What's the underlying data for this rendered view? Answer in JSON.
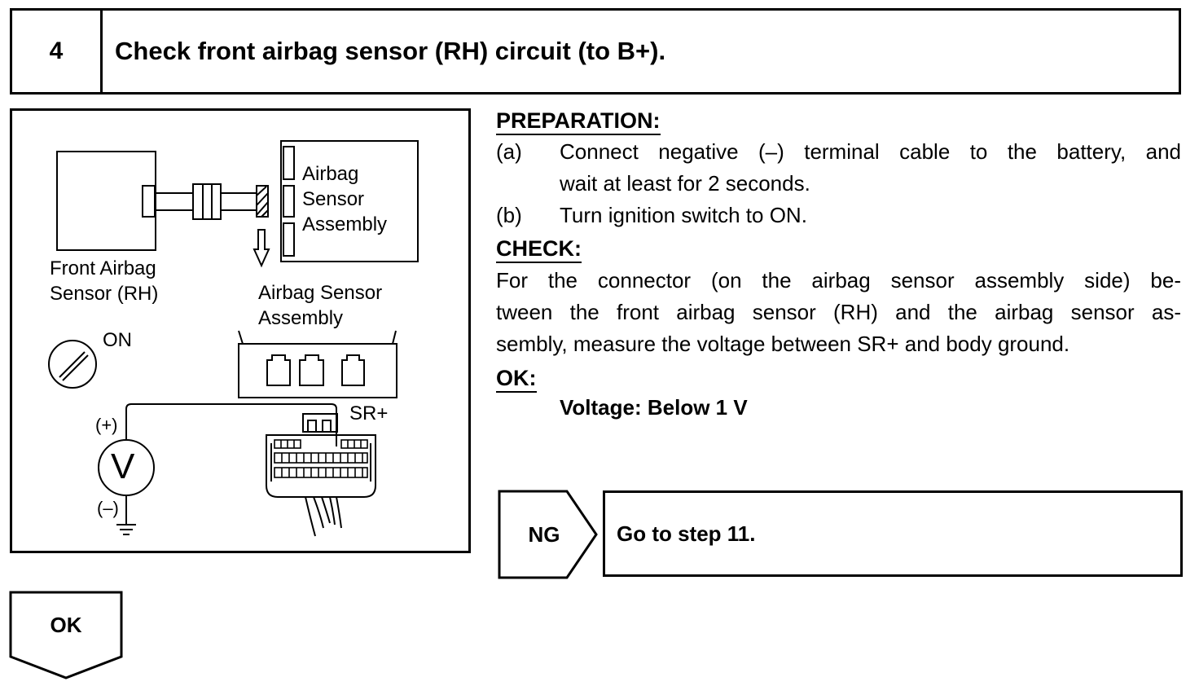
{
  "step": {
    "number": "4",
    "title": "Check front airbag sensor (RH) circuit (to B+)."
  },
  "figure": {
    "front_sensor_label": [
      "Front Airbag",
      "Sensor (RH)"
    ],
    "assembly_label_inner": [
      "Airbag",
      "Sensor",
      "Assembly"
    ],
    "assembly_label_outer": [
      "Airbag Sensor",
      "Assembly"
    ],
    "ignition_label": "ON",
    "probe_plus": "(+)",
    "probe_minus": "(–)",
    "meter_symbol": "V",
    "terminal_label": "SR+"
  },
  "preparation": {
    "heading": "PREPARATION:",
    "steps": [
      {
        "marker": "(a)",
        "lines": [
          "Connect negative (–) terminal cable to the battery, and",
          "wait at least for 2 seconds."
        ]
      },
      {
        "marker": "(b)",
        "lines": [
          "Turn ignition switch to ON."
        ]
      }
    ]
  },
  "check": {
    "heading": "CHECK:",
    "lines": [
      "For the connector (on the airbag sensor assembly side) be-",
      "tween the front airbag sensor (RH) and the airbag sensor as-",
      "sembly, measure the voltage between SR+ and body ground."
    ]
  },
  "ok": {
    "heading": "OK:",
    "spec": "Voltage: Below 1 V"
  },
  "results": {
    "ng_label": "NG",
    "ng_action": "Go to step 11.",
    "ok_label": "OK"
  }
}
